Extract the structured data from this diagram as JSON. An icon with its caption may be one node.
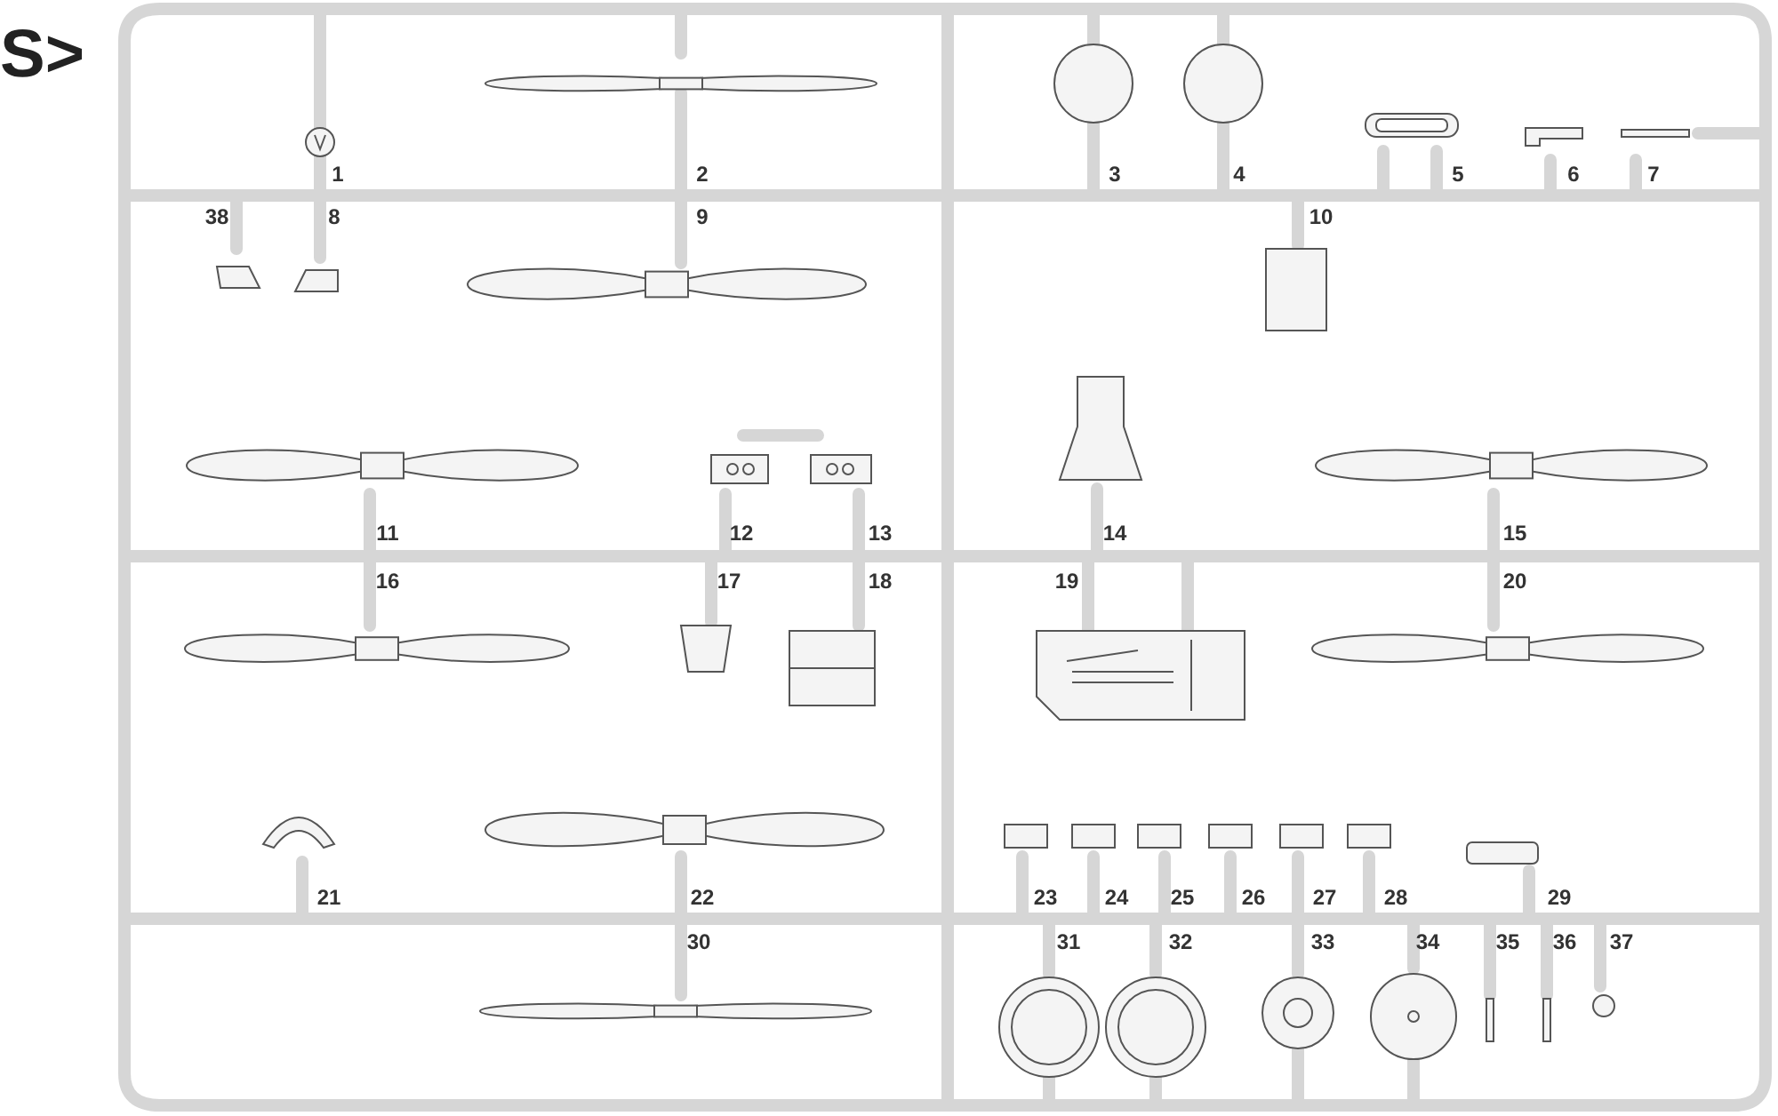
{
  "diagram": {
    "labels": [
      "S>",
      "1",
      "2",
      "3",
      "4",
      "5",
      "6",
      "7",
      "38",
      "8",
      "9",
      "10",
      "11",
      "12",
      "13",
      "14",
      "15",
      "16",
      "17",
      "18",
      "19",
      "20",
      "21",
      "22",
      "23",
      "24",
      "25",
      "26",
      "27",
      "28",
      "29",
      "30",
      "31",
      "32",
      "33",
      "34",
      "35",
      "36",
      "37"
    ]
  }
}
